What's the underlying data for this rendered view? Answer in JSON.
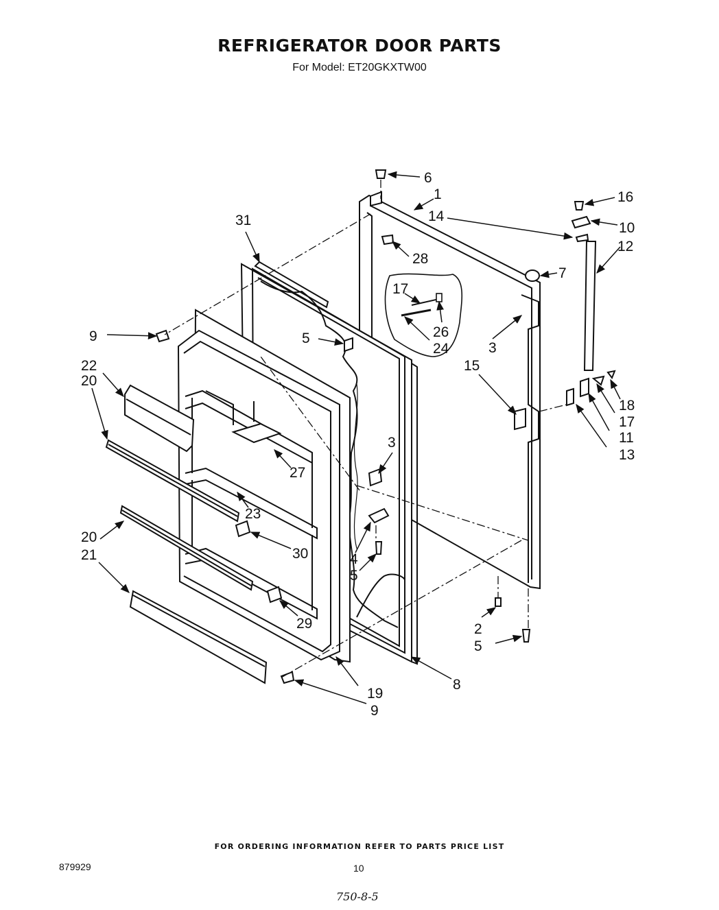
{
  "header": {
    "title": "REFRIGERATOR DOOR PARTS",
    "subtitle": "For Model: ET20GKXTW00"
  },
  "callouts": [
    {
      "id": "c6",
      "text": "6"
    },
    {
      "id": "c1",
      "text": "1"
    },
    {
      "id": "c14",
      "text": "14"
    },
    {
      "id": "c16",
      "text": "16"
    },
    {
      "id": "c10",
      "text": "10"
    },
    {
      "id": "c12",
      "text": "12"
    },
    {
      "id": "c31",
      "text": "31"
    },
    {
      "id": "c28",
      "text": "28"
    },
    {
      "id": "c7",
      "text": "7"
    },
    {
      "id": "c17a",
      "text": "17"
    },
    {
      "id": "c26",
      "text": "26"
    },
    {
      "id": "c24",
      "text": "24"
    },
    {
      "id": "c9a",
      "text": "9"
    },
    {
      "id": "c5a",
      "text": "5"
    },
    {
      "id": "c3a",
      "text": "3"
    },
    {
      "id": "c15",
      "text": "15"
    },
    {
      "id": "c22",
      "text": "22"
    },
    {
      "id": "c20a",
      "text": "20"
    },
    {
      "id": "c18",
      "text": "18"
    },
    {
      "id": "c17b",
      "text": "17"
    },
    {
      "id": "c11",
      "text": "11"
    },
    {
      "id": "c13",
      "text": "13"
    },
    {
      "id": "c3b",
      "text": "3"
    },
    {
      "id": "c27",
      "text": "27"
    },
    {
      "id": "c23",
      "text": "23"
    },
    {
      "id": "c20b",
      "text": "20"
    },
    {
      "id": "c30",
      "text": "30"
    },
    {
      "id": "c21",
      "text": "21"
    },
    {
      "id": "c4",
      "text": "4"
    },
    {
      "id": "c5b",
      "text": "5"
    },
    {
      "id": "c29",
      "text": "29"
    },
    {
      "id": "c2",
      "text": "2"
    },
    {
      "id": "c5c",
      "text": "5"
    },
    {
      "id": "c8",
      "text": "8"
    },
    {
      "id": "c19",
      "text": "19"
    },
    {
      "id": "c9b",
      "text": "9"
    }
  ],
  "footer": {
    "note": "FOR ORDERING INFORMATION REFER TO PARTS PRICE LIST",
    "doc_number": "879929",
    "page_number": "10",
    "handwritten": "750-8-5"
  }
}
